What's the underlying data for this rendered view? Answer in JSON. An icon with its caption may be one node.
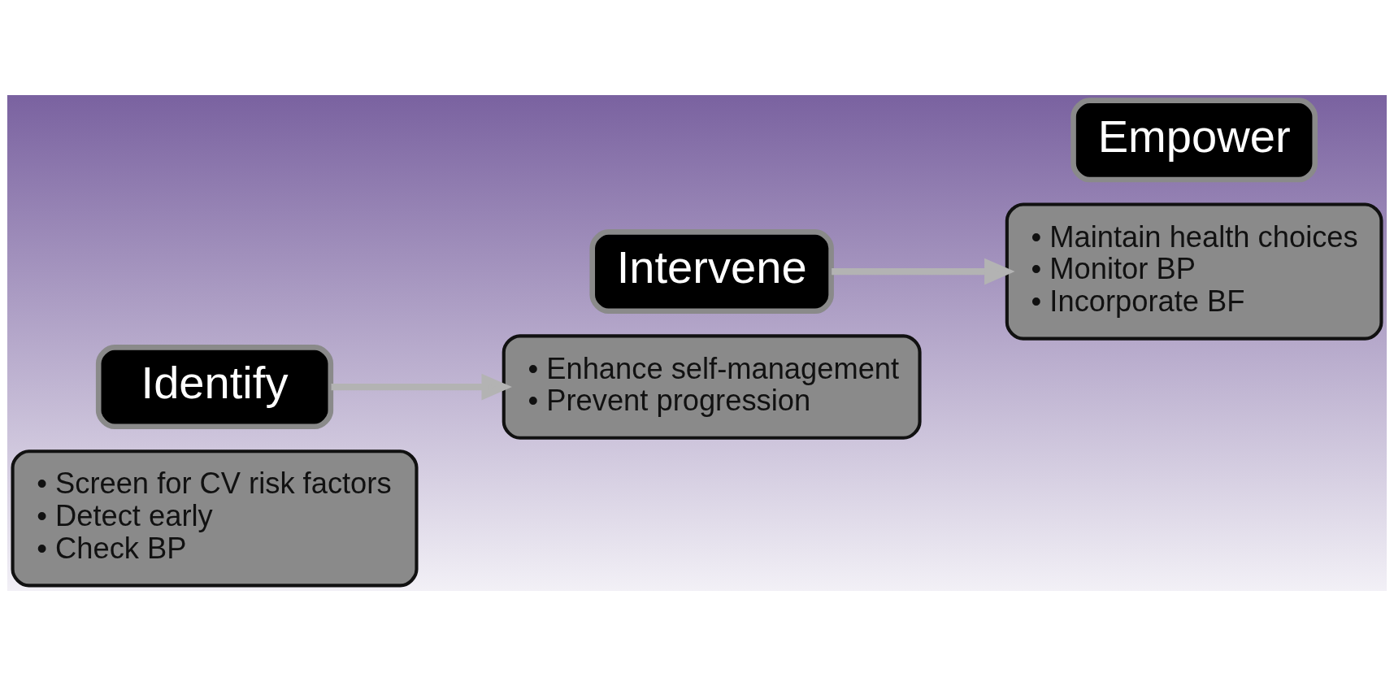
{
  "diagram": {
    "nodes": [
      {
        "text": [
          "• Screen for CV risk factors",
          "• Detect early",
          "• Check BP"
        ]
      },
      {
        "text": [
          "Identify"
        ]
      },
      {
        "text": [
          "Intervene"
        ]
      },
      {
        "text": [
          "• Enhance self-management",
          "• Prevent progression"
        ]
      },
      {
        "text": [
          "• Maintain health choices",
          "• Monitor BP",
          "• Incorporate BF"
        ]
      },
      {
        "text": [
          "Empower"
        ]
      }
    ],
    "edges": [
      {
        "from": 1,
        "to": 3,
        "arrow": "to"
      },
      {
        "from": 2,
        "to": 4,
        "arrow": "to"
      }
    ]
  }
}
